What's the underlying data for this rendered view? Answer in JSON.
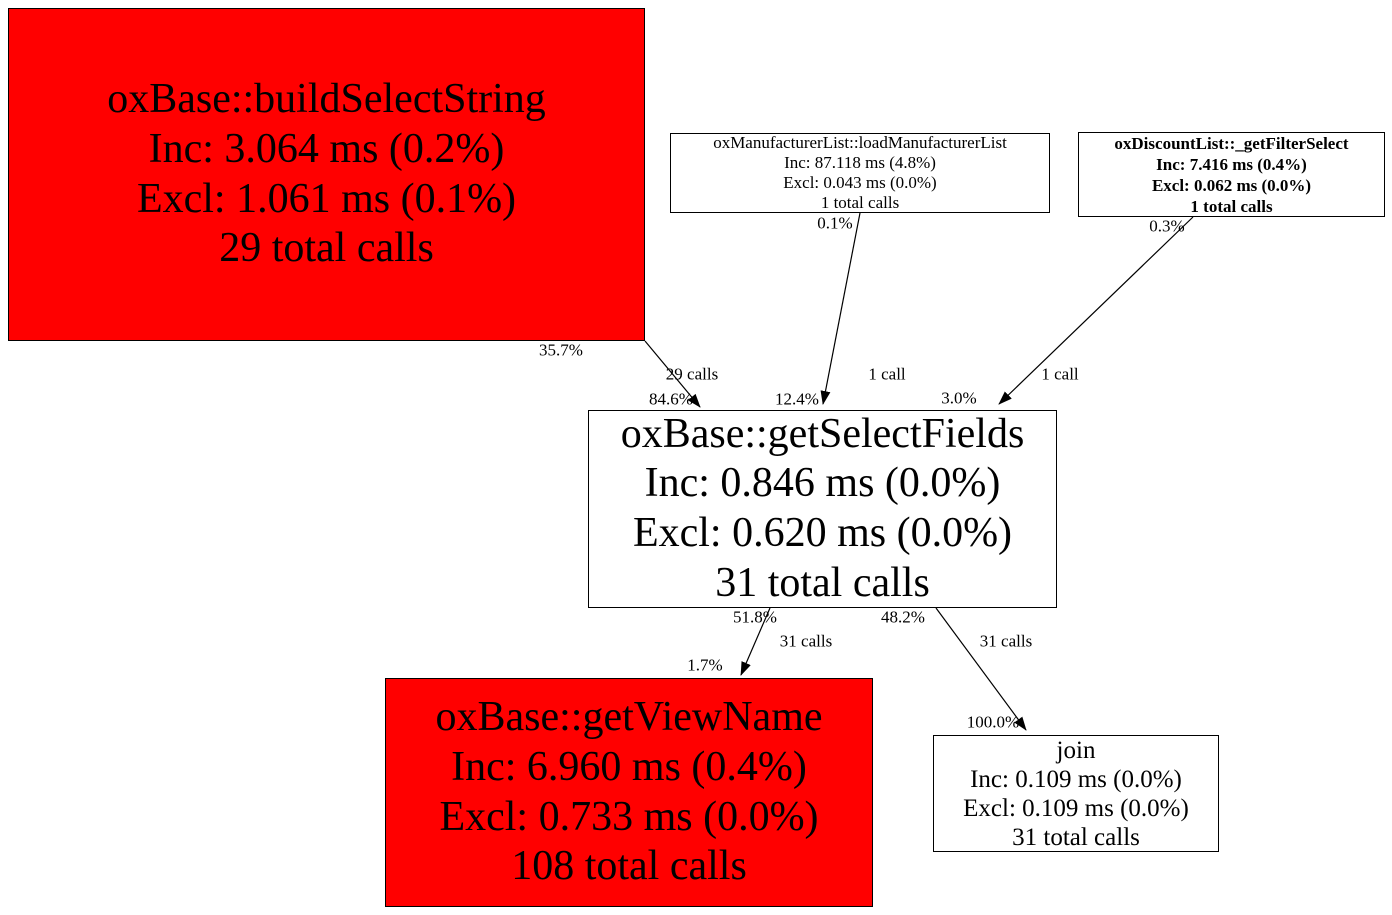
{
  "diagram": {
    "type": "profiler-call-graph",
    "background_color": "#ffffff",
    "node_border_color": "#000000",
    "hot_node_fill": "#ff0000",
    "plain_node_fill": "#ffffff",
    "text_color": "#000000"
  },
  "nodes": {
    "build_select_string": {
      "title": "oxBase::buildSelectString",
      "inc": "Inc: 3.064 ms (0.2%)",
      "excl": "Excl: 1.061 ms (0.1%)",
      "calls": "29 total calls",
      "fill": "#ff0000"
    },
    "load_manufacturer_list": {
      "title": "oxManufacturerList::loadManufacturerList",
      "inc": "Inc: 87.118 ms (4.8%)",
      "excl": "Excl: 0.043 ms (0.0%)",
      "calls": "1 total calls",
      "fill": "#ffffff"
    },
    "get_filter_select": {
      "title": "oxDiscountList::_getFilterSelect",
      "inc": "Inc: 7.416 ms (0.4%)",
      "excl": "Excl: 0.062 ms (0.0%)",
      "calls": "1 total calls",
      "fill": "#ffffff"
    },
    "get_select_fields": {
      "title": "oxBase::getSelectFields",
      "inc": "Inc: 0.846 ms (0.0%)",
      "excl": "Excl: 0.620 ms (0.0%)",
      "calls": "31 total calls",
      "fill": "#ffffff"
    },
    "get_view_name": {
      "title": "oxBase::getViewName",
      "inc": "Inc: 6.960 ms (0.4%)",
      "excl": "Excl: 0.733 ms (0.0%)",
      "calls": "108 total calls",
      "fill": "#ff0000"
    },
    "join": {
      "title": "join",
      "inc": "Inc: 0.109 ms (0.0%)",
      "excl": "Excl: 0.109 ms (0.0%)",
      "calls": "31 total calls",
      "fill": "#ffffff"
    }
  },
  "edges": {
    "build_to_select_fields": {
      "pct_out": "35.7%",
      "calls": "29 calls",
      "pct_in": "84.6%"
    },
    "manufacturer_to_select_fields": {
      "pct_out": "0.1%",
      "calls": "1 call",
      "pct_in": "12.4%"
    },
    "filter_to_select_fields": {
      "pct_out": "0.3%",
      "calls": "1 call",
      "pct_in": "3.0%"
    },
    "select_fields_to_view_name": {
      "pct_out": "51.8%",
      "calls": "31 calls",
      "pct_in": "1.7%"
    },
    "select_fields_to_join": {
      "pct_out": "48.2%",
      "calls": "31 calls",
      "pct_in": "100.0%"
    }
  }
}
